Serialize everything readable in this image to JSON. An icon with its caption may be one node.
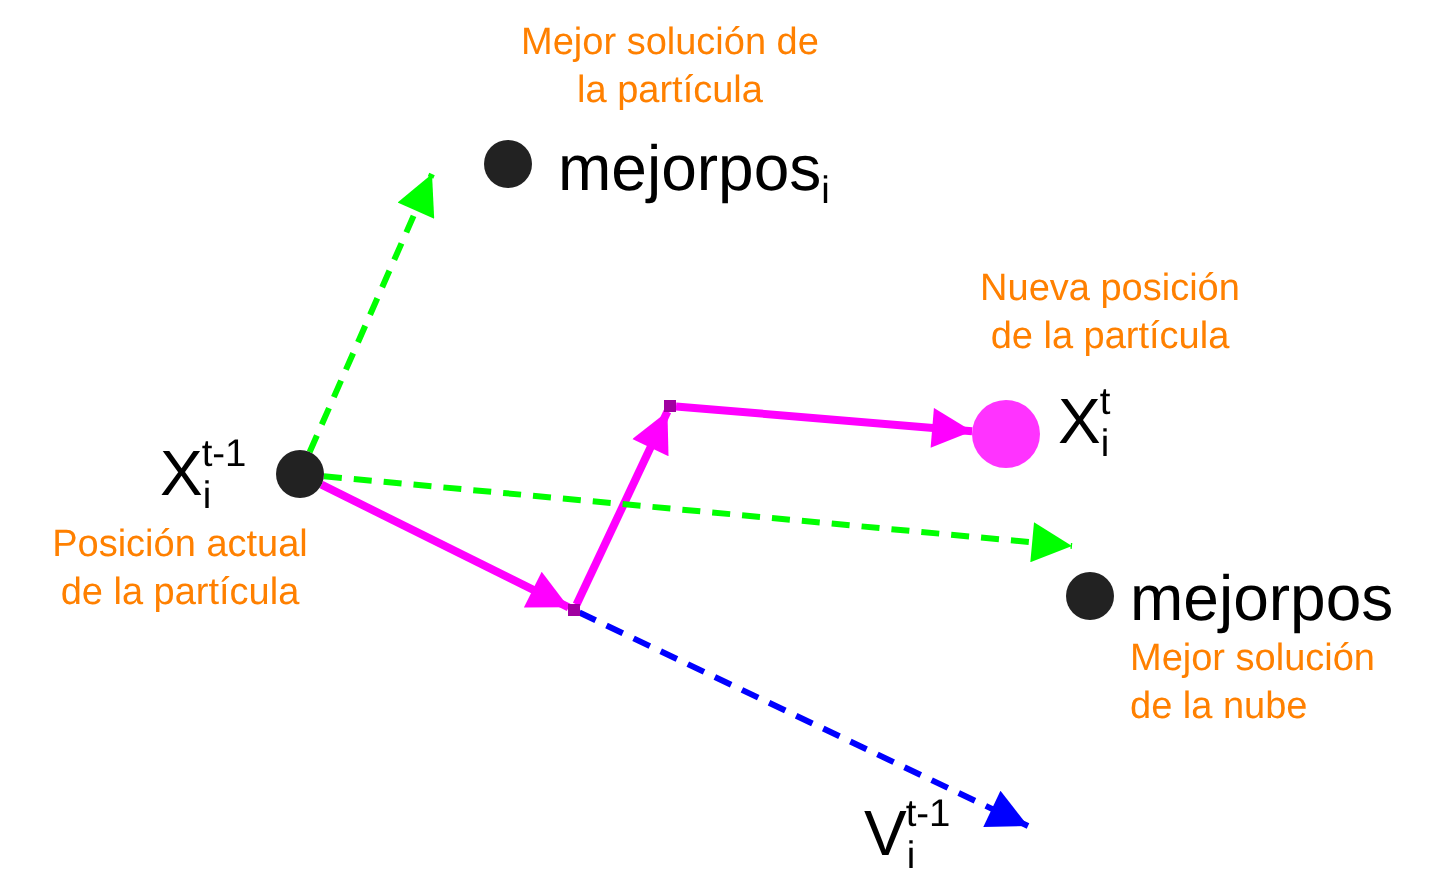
{
  "diagram": {
    "nodes": [
      {
        "text": [],
        "shape": "circle",
        "beside": [
          "X$_{i}$$^{t-1}$",
          "Posición actual de la partícula"
        ]
      },
      {
        "text": [],
        "shape": "circle",
        "beside": [
          "mejorpos$_{i}$",
          "Mejor solución de la partícula"
        ]
      },
      {
        "text": [],
        "shape": "circle",
        "beside": [
          "X$_{i}$$^{t}$",
          "Nueva posición de la partícula"
        ]
      },
      {
        "text": [],
        "shape": "circle",
        "beside": [
          "mejorpos",
          "Mejor solución de la nube"
        ]
      },
      {
        "text": [],
        "shape": "point"
      },
      {
        "text": [],
        "shape": "point"
      }
    ],
    "edges": [
      {
        "from": 0,
        "to": 4,
        "arrow": "to"
      },
      {
        "from": 4,
        "to": 5,
        "arrow": "to"
      },
      {
        "from": 5,
        "to": 2,
        "arrow": "to"
      },
      {
        "from": 0,
        "to": 1,
        "arrow": "to",
        "style": "dashed",
        "color": "#00ff00"
      },
      {
        "from": 0,
        "to": 3,
        "arrow": "to",
        "style": "dashed",
        "color": "#00ff00"
      },
      {
        "from": 4,
        "to": null,
        "arrow": "to",
        "style": "dashed",
        "color": "#0000ff"
      }
    ],
    "labels": [
      "V$_{i}$$^{t-1}$"
    ]
  }
}
